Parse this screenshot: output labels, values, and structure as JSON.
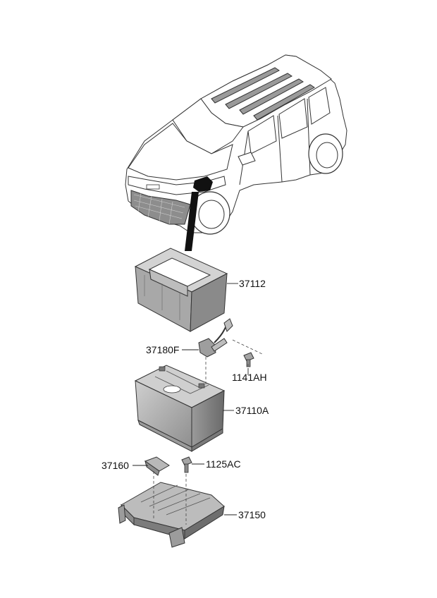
{
  "parts": [
    {
      "id": "tray",
      "number": "37112"
    },
    {
      "id": "sensor",
      "number": "37180F"
    },
    {
      "id": "bolt-sensor",
      "number": "1141AH"
    },
    {
      "id": "battery",
      "number": "37110A"
    },
    {
      "id": "clamp",
      "number": "37160"
    },
    {
      "id": "bolt-bracket",
      "number": "1125AC"
    },
    {
      "id": "bracket",
      "number": "37150"
    }
  ],
  "colors": {
    "line": "#222222",
    "part_fill": "#b8b8b8",
    "part_dark": "#7a7a7a",
    "background": "#ffffff"
  }
}
